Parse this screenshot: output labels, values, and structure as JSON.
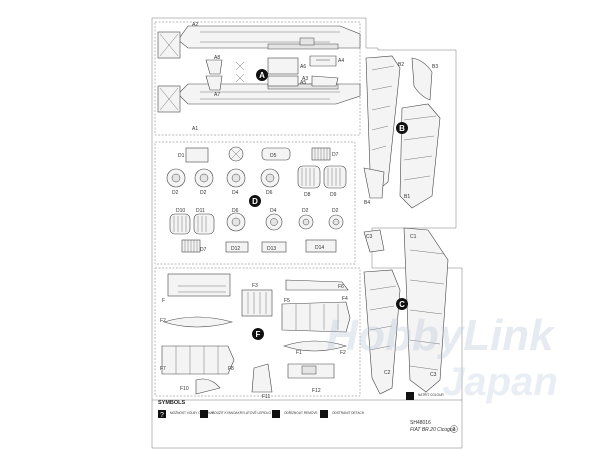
{
  "groups": {
    "a": "A",
    "b": "B",
    "c": "C",
    "d": "D",
    "f": "F"
  },
  "parts": {
    "a1": "A1",
    "a2": "A2",
    "a3": "A3",
    "a4": "A4",
    "a5": "A5",
    "a6": "A6",
    "a7": "A7",
    "a8": "A8",
    "b1": "B1",
    "b2": "B2",
    "b3": "B3",
    "b4": "B4",
    "c1": "C1",
    "c2": "C2",
    "c3": "C3",
    "d1": "D1",
    "d2": "D2",
    "d4": "D4",
    "d5": "D5",
    "d6": "D6",
    "d7": "D7",
    "d8": "D8",
    "d9": "D9",
    "d10": "D10",
    "d11": "D11",
    "d12": "D12",
    "d13": "D13",
    "d14": "D14",
    "f": "F",
    "f1": "F1",
    "f2": "F2",
    "f3": "F3",
    "f4": "F4",
    "f5": "F5",
    "f6": "F6",
    "f7": "F7",
    "f8": "F8",
    "f10": "F10",
    "f11": "F11",
    "f12": "F12"
  },
  "footer": {
    "symbols_title": "SYMBOLS",
    "product_code": "SH48016",
    "product_name": "FIAT BR.20 Cicogna",
    "sheet_number": "2",
    "symbols": [
      {
        "icon": "question-icon",
        "text": "MOŽNOST VOLBY OPTIONAL"
      },
      {
        "icon": "drop-icon",
        "text": "POUŽIT KYANOAKRYLÁTOVÉ LEPIDLO"
      },
      {
        "icon": "remove-icon",
        "text": "ODŘÍZNOUT REMOVE"
      },
      {
        "icon": "cross-icon",
        "text": "ODSTRANIT DETACH"
      },
      {
        "icon": "paint-icon",
        "text": "NATŘÍT COLOUR"
      }
    ]
  },
  "watermark": {
    "text": "HobbyLink",
    "subtext": "Japan"
  }
}
